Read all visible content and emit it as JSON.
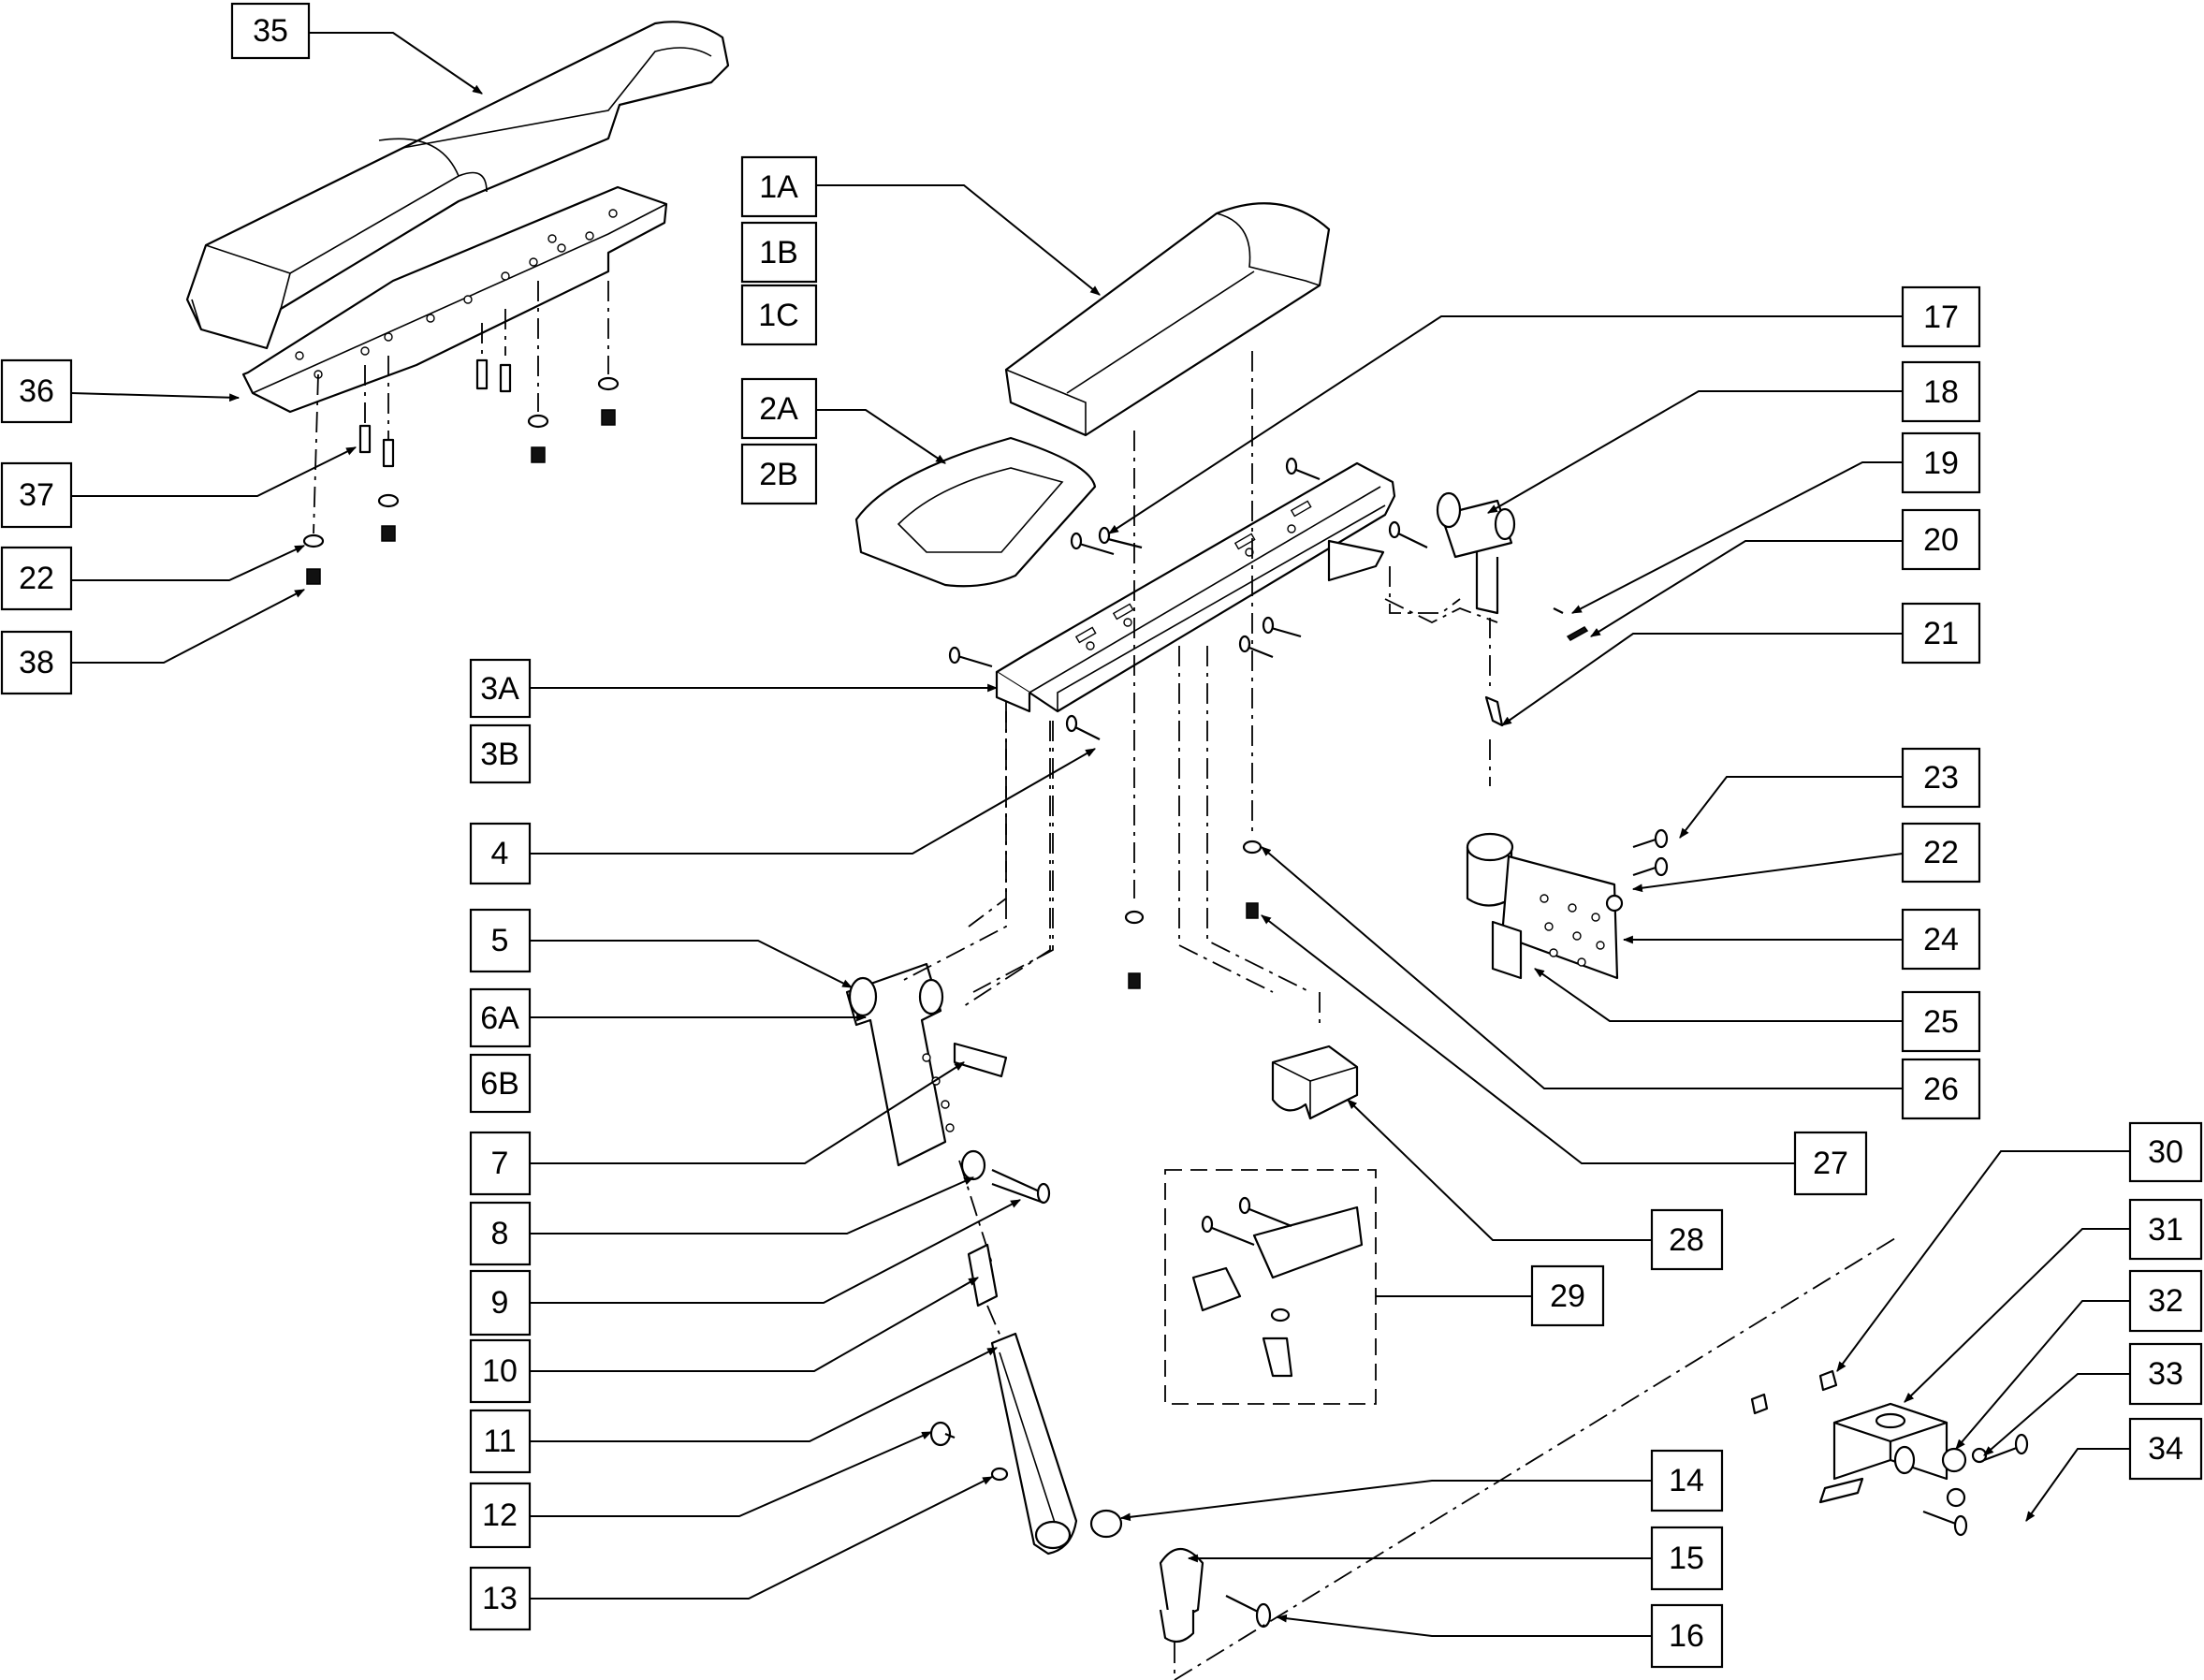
{
  "callouts": [
    {
      "id": "35",
      "label": "35"
    },
    {
      "id": "36",
      "label": "36"
    },
    {
      "id": "37",
      "label": "37"
    },
    {
      "id": "22a",
      "label": "22"
    },
    {
      "id": "38",
      "label": "38"
    },
    {
      "id": "1A",
      "label": "1A"
    },
    {
      "id": "1B",
      "label": "1B"
    },
    {
      "id": "1C",
      "label": "1C"
    },
    {
      "id": "2A",
      "label": "2A"
    },
    {
      "id": "2B",
      "label": "2B"
    },
    {
      "id": "17",
      "label": "17"
    },
    {
      "id": "18",
      "label": "18"
    },
    {
      "id": "19",
      "label": "19"
    },
    {
      "id": "20",
      "label": "20"
    },
    {
      "id": "21",
      "label": "21"
    },
    {
      "id": "3A",
      "label": "3A"
    },
    {
      "id": "3B",
      "label": "3B"
    },
    {
      "id": "4",
      "label": "4"
    },
    {
      "id": "23",
      "label": "23"
    },
    {
      "id": "22b",
      "label": "22"
    },
    {
      "id": "24",
      "label": "24"
    },
    {
      "id": "25",
      "label": "25"
    },
    {
      "id": "26",
      "label": "26"
    },
    {
      "id": "27",
      "label": "27"
    },
    {
      "id": "5",
      "label": "5"
    },
    {
      "id": "6A",
      "label": "6A"
    },
    {
      "id": "6B",
      "label": "6B"
    },
    {
      "id": "7",
      "label": "7"
    },
    {
      "id": "8",
      "label": "8"
    },
    {
      "id": "9",
      "label": "9"
    },
    {
      "id": "10",
      "label": "10"
    },
    {
      "id": "11",
      "label": "11"
    },
    {
      "id": "12",
      "label": "12"
    },
    {
      "id": "13",
      "label": "13"
    },
    {
      "id": "28",
      "label": "28"
    },
    {
      "id": "29",
      "label": "29"
    },
    {
      "id": "30",
      "label": "30"
    },
    {
      "id": "31",
      "label": "31"
    },
    {
      "id": "32",
      "label": "32"
    },
    {
      "id": "33",
      "label": "33"
    },
    {
      "id": "34",
      "label": "34"
    },
    {
      "id": "14",
      "label": "14"
    },
    {
      "id": "15",
      "label": "15"
    },
    {
      "id": "16",
      "label": "16"
    }
  ]
}
